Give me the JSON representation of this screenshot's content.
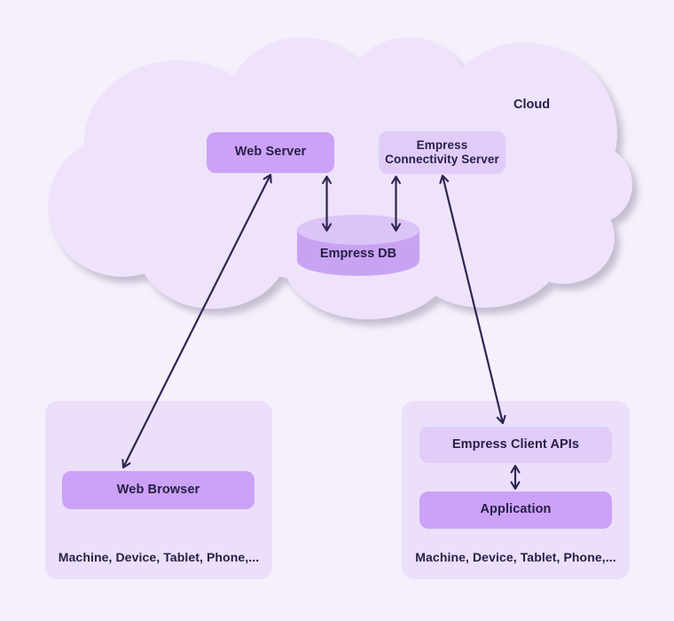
{
  "cloud": {
    "label": "Cloud"
  },
  "nodes": {
    "web_server": {
      "label": "Web Server"
    },
    "connectivity_server": {
      "label": "Empress Connectivity Server"
    },
    "empress_db": {
      "label": "Empress DB"
    },
    "web_browser": {
      "label": "Web Browser"
    },
    "client_apis": {
      "label": "Empress Client APIs"
    },
    "application": {
      "label": "Application"
    }
  },
  "devices_left": {
    "caption": "Machine, Device, Tablet, Phone,..."
  },
  "devices_right": {
    "caption": "Machine, Device, Tablet, Phone,..."
  },
  "edges": [
    {
      "from": "web_server",
      "to": "empress_db",
      "type": "bidirectional"
    },
    {
      "from": "connectivity_server",
      "to": "empress_db",
      "type": "bidirectional"
    },
    {
      "from": "web_server",
      "to": "web_browser",
      "type": "bidirectional"
    },
    {
      "from": "connectivity_server",
      "to": "client_apis",
      "type": "bidirectional"
    },
    {
      "from": "client_apis",
      "to": "application",
      "type": "bidirectional"
    }
  ],
  "colors": {
    "background": "#F6F0FC",
    "cloud_fill": "#EEE3FA",
    "cloud_shadow": "#9E93AB",
    "container_fill": "#EBDFFA",
    "node_primary_fill": "#CBA2F7",
    "node_secondary_fill": "#E1CCF8",
    "cylinder_body_fill": "#C9A3F3",
    "cylinder_top_fill": "#DCC3F8",
    "text": "#261F45",
    "arrow": "#2E2550"
  }
}
